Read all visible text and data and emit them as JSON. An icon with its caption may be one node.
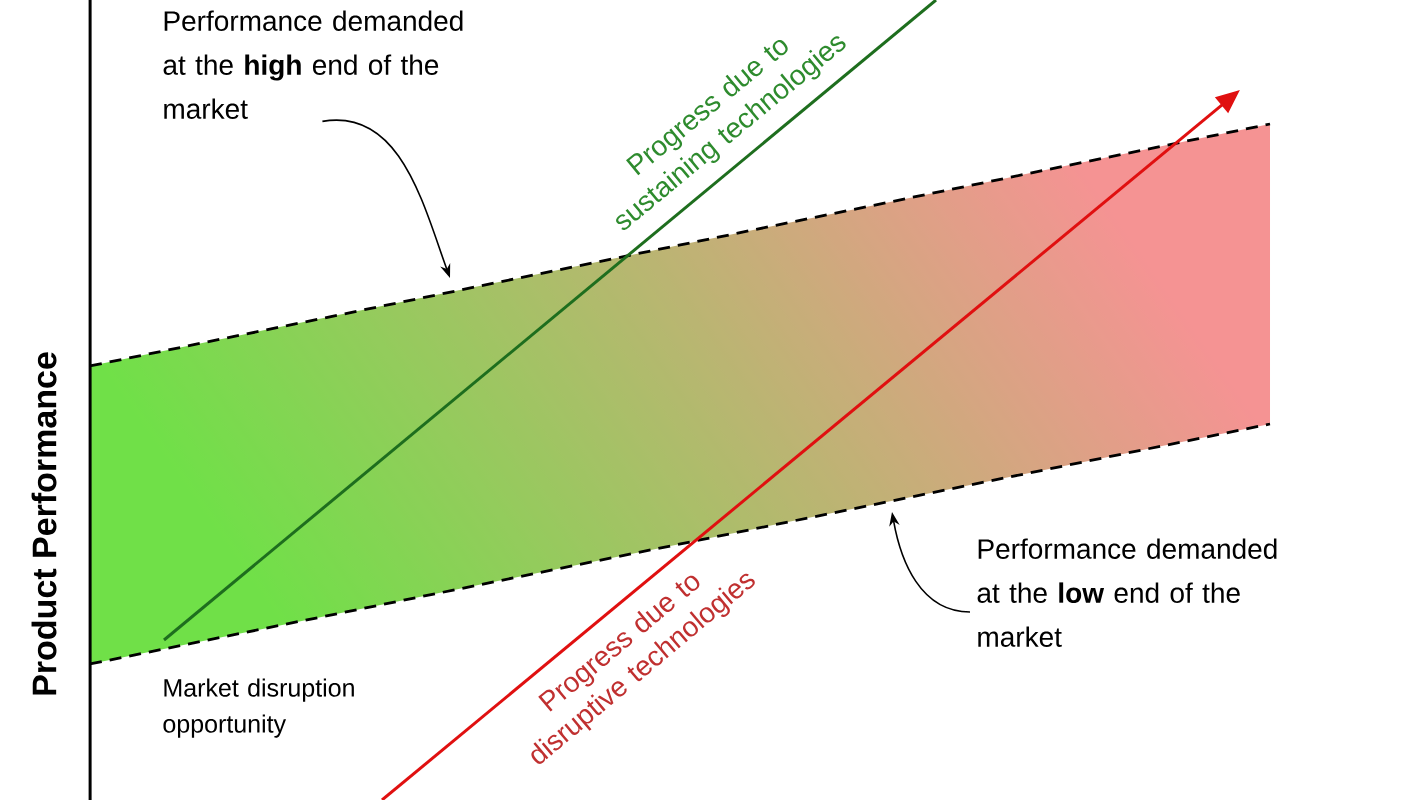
{
  "diagram": {
    "nodes": [
      {
        "text": [
          "Performance demanded at the **high** end of the market"
        ]
      },
      {
        "text": [
          "Performance demanded at the **low** end of the market"
        ]
      }
    ],
    "edges": [
      {
        "from": 0,
        "to": null,
        "arrow": "to"
      },
      {
        "from": 1,
        "to": null,
        "arrow": "to"
      }
    ],
    "labels": [
      "Product Performance",
      "Progress due to sustaining technologies",
      "Progress due to disruptive technologies",
      "Market disruption opportunity"
    ]
  }
}
